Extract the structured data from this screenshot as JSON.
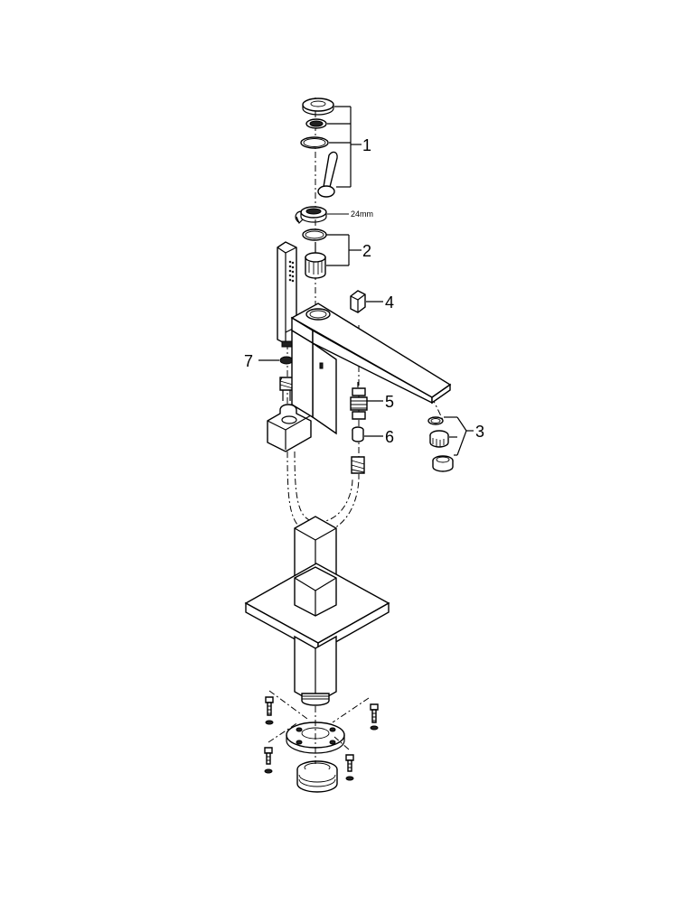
{
  "callouts": {
    "c1": "1",
    "c2": "2",
    "c3": "3",
    "c4": "4",
    "c5": "5",
    "c6": "6",
    "c7": "7"
  },
  "annotations": {
    "wrench_size": "24mm"
  }
}
